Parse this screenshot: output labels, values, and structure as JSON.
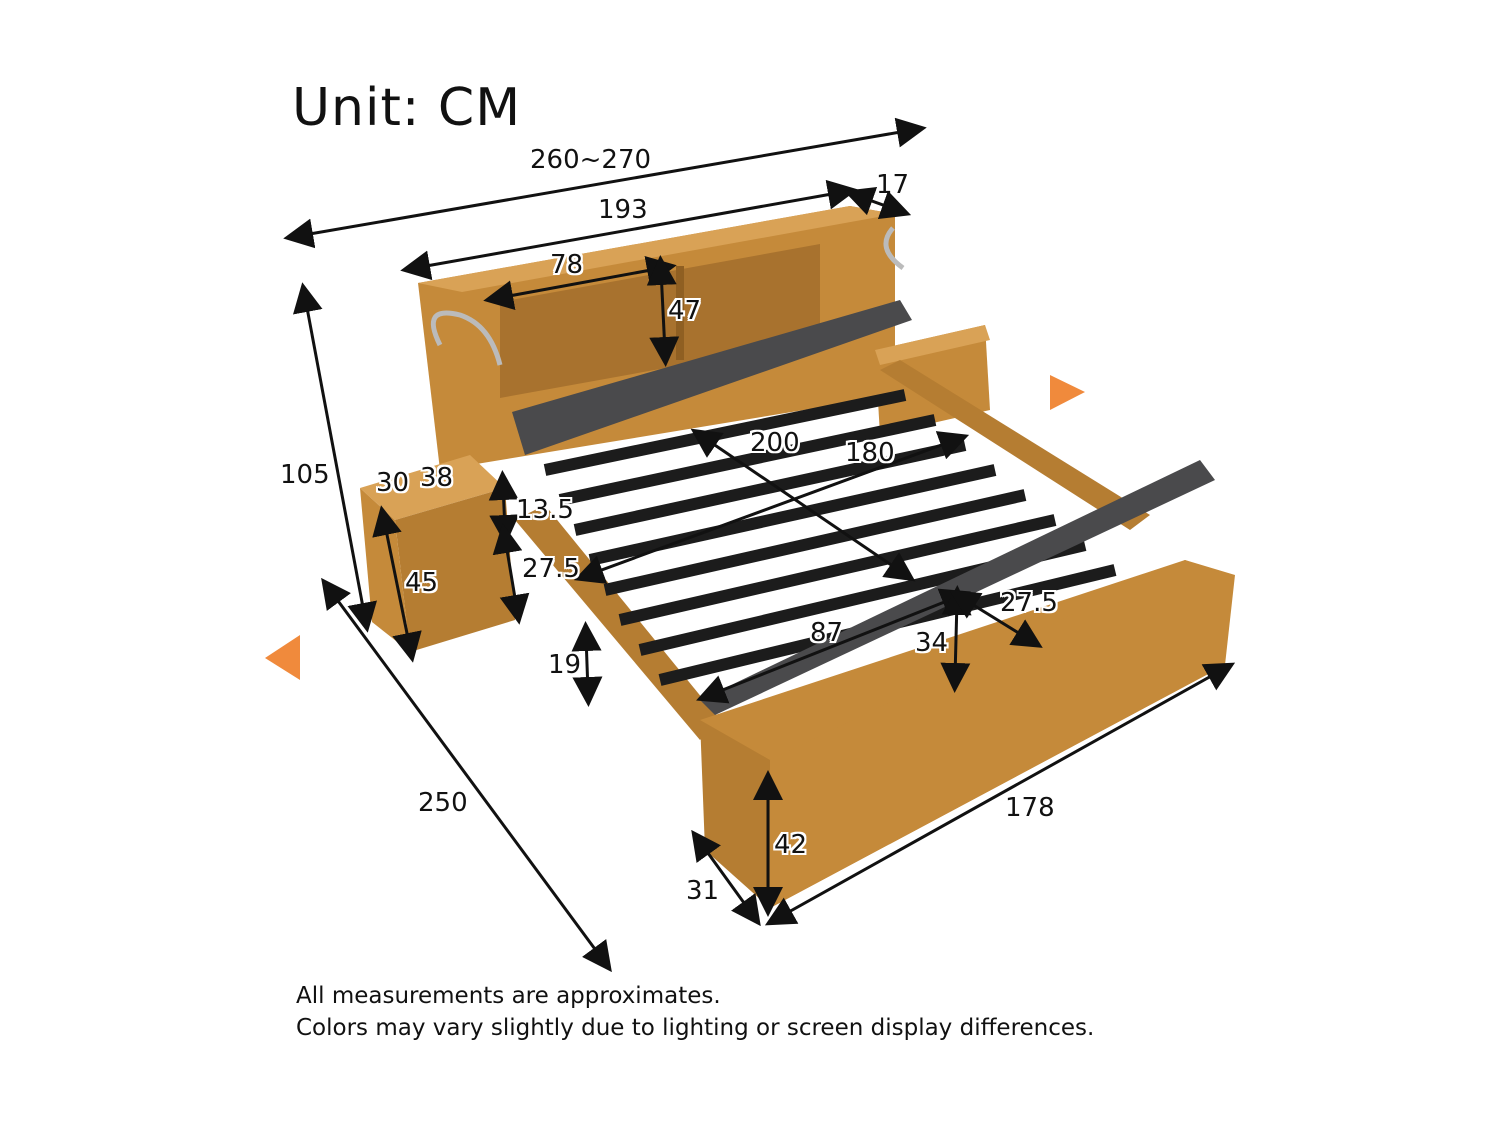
{
  "title": "Unit: CM",
  "dimensions": {
    "overall_width": "260~270",
    "headboard_width": "193",
    "headboard_depth": "17",
    "shelf_width": "78",
    "shelf_height": "47",
    "overall_height": "105",
    "nightstand_depth": "30",
    "nightstand_width": "38",
    "nightstand_top_gap": "13.5",
    "nightstand_compartment": "27.5",
    "nightstand_height": "45",
    "mattress_length": "200",
    "mattress_width": "180",
    "under_bed_clearance": "19",
    "storage_lid_length": "87",
    "storage_depth": "34",
    "storage_width": "27.5",
    "overall_length": "250",
    "footboard_width": "178",
    "footboard_height": "42",
    "footboard_depth": "31"
  },
  "notes": {
    "line1": "All measurements are approximates.",
    "line2": "Colors may vary slightly due to lighting or screen display differences."
  },
  "colors": {
    "wood": "#c58a3a",
    "wood_dark": "#9c6a28",
    "fabric": "#4a4a4c",
    "slat": "#1c1c1c",
    "arrow_orange": "#f08a3c"
  }
}
